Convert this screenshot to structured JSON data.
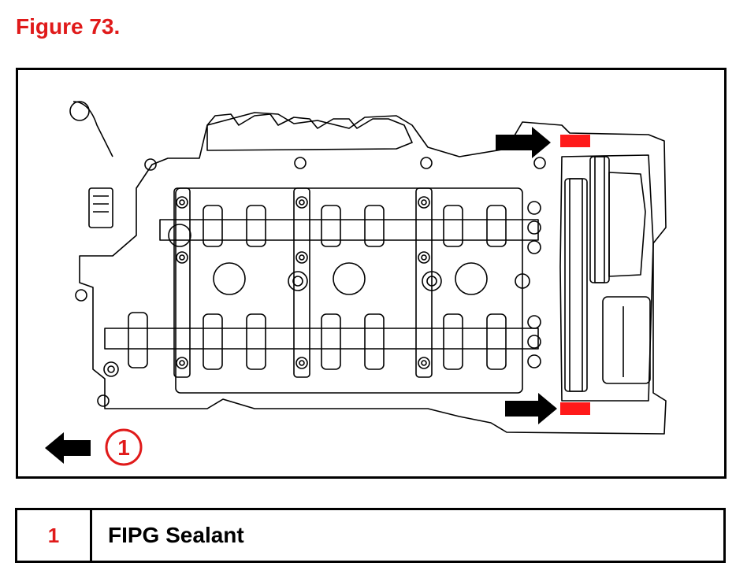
{
  "figure": {
    "title": "Figure 73."
  },
  "callout": {
    "number": "1"
  },
  "legend": {
    "rows": [
      {
        "number": "1",
        "description": "FIPG Sealant"
      }
    ]
  },
  "colors": {
    "title_red": "#e01a1a",
    "sealant_red": "#ff1a1a",
    "line": "#000000"
  },
  "icons": [
    "left-arrow-icon",
    "right-arrow-icon"
  ]
}
